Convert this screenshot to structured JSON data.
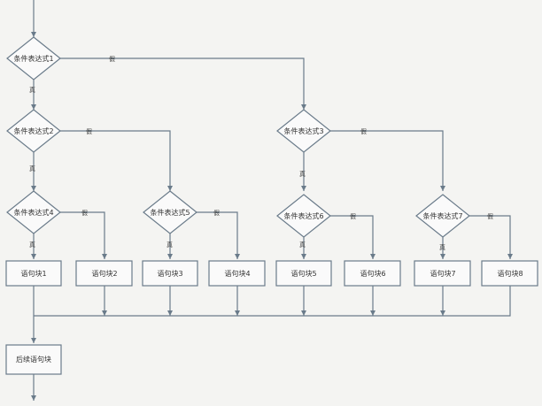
{
  "diagram": {
    "conditions": [
      "条件表达式1",
      "条件表达式2",
      "条件表达式3",
      "条件表达式4",
      "条件表达式5",
      "条件表达式6",
      "条件表达式7"
    ],
    "blocks": [
      "语句块1",
      "语句块2",
      "语句块3",
      "语句块4",
      "语句块5",
      "语句块6",
      "语句块7",
      "语句块8"
    ],
    "final_block": "后续语句块",
    "true_label": "真",
    "false_label": "假"
  }
}
